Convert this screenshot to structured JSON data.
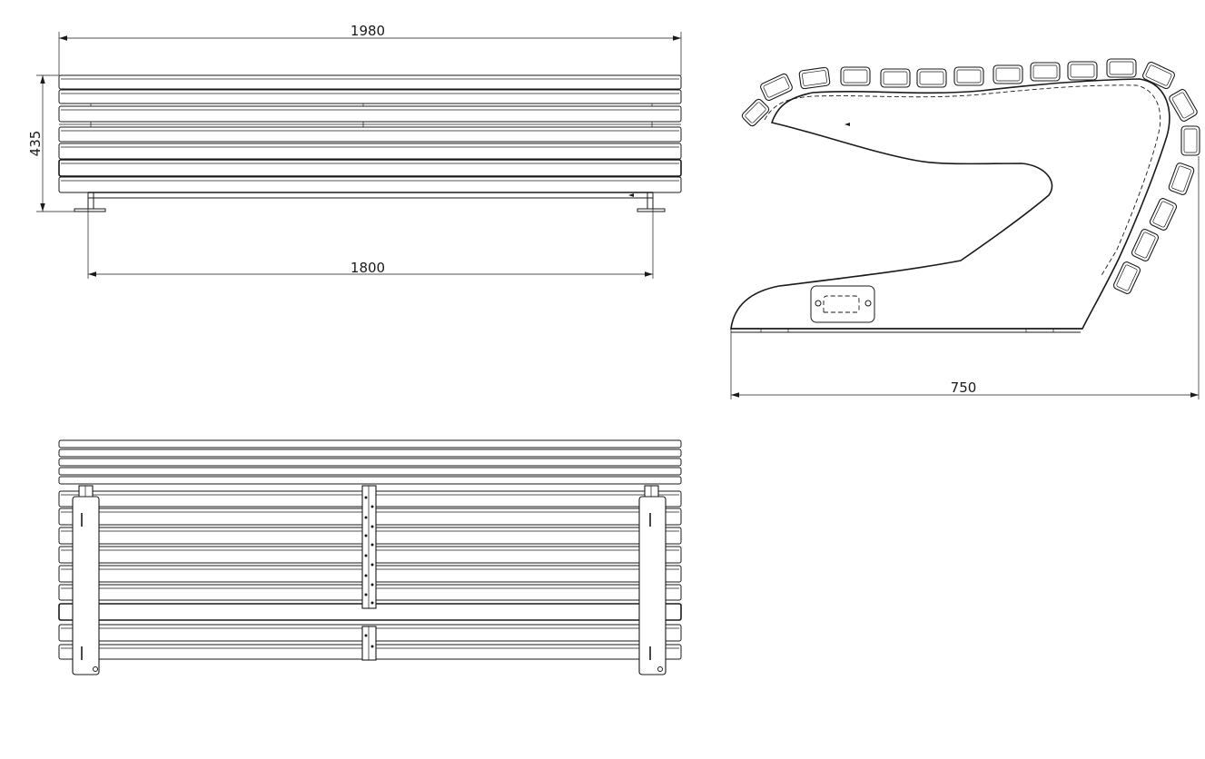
{
  "dimensions": {
    "overall_length": "1980",
    "height": "435",
    "frame_spacing": "1800",
    "depth": "750"
  },
  "views": [
    "front-elevation",
    "side-profile",
    "top-plan"
  ],
  "colors": {
    "line": "#1a1a1a",
    "background": "#ffffff"
  }
}
